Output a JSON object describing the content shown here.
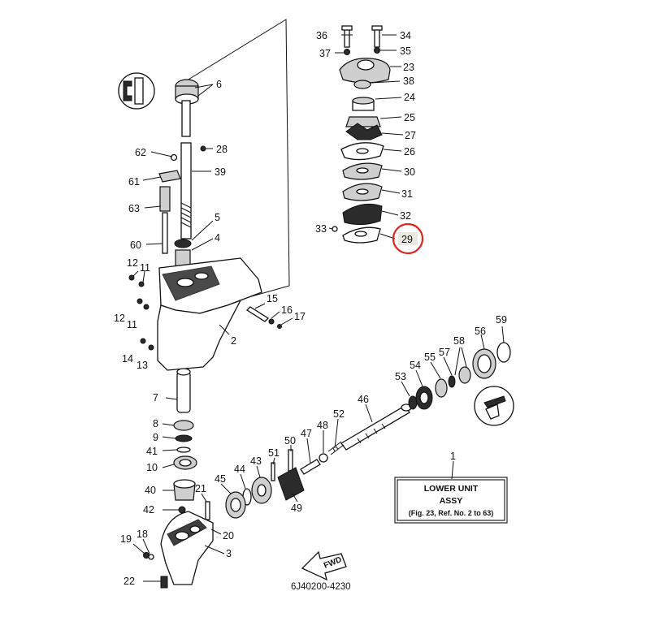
{
  "diagram": {
    "callouts": [
      {
        "id": "p36",
        "text": "36"
      },
      {
        "id": "p34",
        "text": "34"
      },
      {
        "id": "p37",
        "text": "37"
      },
      {
        "id": "p35",
        "text": "35"
      },
      {
        "id": "p23",
        "text": "23"
      },
      {
        "id": "p38",
        "text": "38"
      },
      {
        "id": "p24",
        "text": "24"
      },
      {
        "id": "p25",
        "text": "25"
      },
      {
        "id": "p27",
        "text": "27"
      },
      {
        "id": "p26",
        "text": "26"
      },
      {
        "id": "p30",
        "text": "30"
      },
      {
        "id": "p31",
        "text": "31"
      },
      {
        "id": "p32",
        "text": "32"
      },
      {
        "id": "p33",
        "text": "33"
      },
      {
        "id": "p29",
        "text": "29"
      },
      {
        "id": "p6",
        "text": "6"
      },
      {
        "id": "p62",
        "text": "62"
      },
      {
        "id": "p28",
        "text": "28"
      },
      {
        "id": "p61",
        "text": "61"
      },
      {
        "id": "p39",
        "text": "39"
      },
      {
        "id": "p63",
        "text": "63"
      },
      {
        "id": "p5",
        "text": "5"
      },
      {
        "id": "p4",
        "text": "4"
      },
      {
        "id": "p60",
        "text": "60"
      },
      {
        "id": "p12a",
        "text": "12"
      },
      {
        "id": "p11a",
        "text": "11"
      },
      {
        "id": "p15",
        "text": "15"
      },
      {
        "id": "p16",
        "text": "16"
      },
      {
        "id": "p17",
        "text": "17"
      },
      {
        "id": "p12b",
        "text": "12"
      },
      {
        "id": "p11b",
        "text": "11"
      },
      {
        "id": "p2",
        "text": "2"
      },
      {
        "id": "p14",
        "text": "14"
      },
      {
        "id": "p13",
        "text": "13"
      },
      {
        "id": "p59",
        "text": "59"
      },
      {
        "id": "p56",
        "text": "56"
      },
      {
        "id": "p58",
        "text": "58"
      },
      {
        "id": "p57",
        "text": "57"
      },
      {
        "id": "p55",
        "text": "55"
      },
      {
        "id": "p54",
        "text": "54"
      },
      {
        "id": "p53",
        "text": "53"
      },
      {
        "id": "p46",
        "text": "46"
      },
      {
        "id": "p7",
        "text": "7"
      },
      {
        "id": "p8",
        "text": "8"
      },
      {
        "id": "p9",
        "text": "9"
      },
      {
        "id": "p41",
        "text": "41"
      },
      {
        "id": "p10",
        "text": "10"
      },
      {
        "id": "p52",
        "text": "52"
      },
      {
        "id": "p48",
        "text": "48"
      },
      {
        "id": "p47",
        "text": "47"
      },
      {
        "id": "p50",
        "text": "50"
      },
      {
        "id": "p51",
        "text": "51"
      },
      {
        "id": "p43",
        "text": "43"
      },
      {
        "id": "p44",
        "text": "44"
      },
      {
        "id": "p45",
        "text": "45"
      },
      {
        "id": "p49",
        "text": "49"
      },
      {
        "id": "p40",
        "text": "40"
      },
      {
        "id": "p21",
        "text": "21"
      },
      {
        "id": "p42",
        "text": "42"
      },
      {
        "id": "p20",
        "text": "20"
      },
      {
        "id": "p19",
        "text": "19"
      },
      {
        "id": "p18",
        "text": "18"
      },
      {
        "id": "p3",
        "text": "3"
      },
      {
        "id": "p22",
        "text": "22"
      },
      {
        "id": "p1",
        "text": "1"
      }
    ],
    "assembly_box": {
      "line1": "LOWER UNIT",
      "line2": "ASSY",
      "line3": "(Fig. 23, Ref. No. 2 to 63)"
    },
    "fwd_label": "FWD",
    "drawing_number": "6J40200-4230",
    "highlight": {
      "part": "29",
      "color": "#e0241b",
      "fill": "#e9e9e0"
    }
  }
}
